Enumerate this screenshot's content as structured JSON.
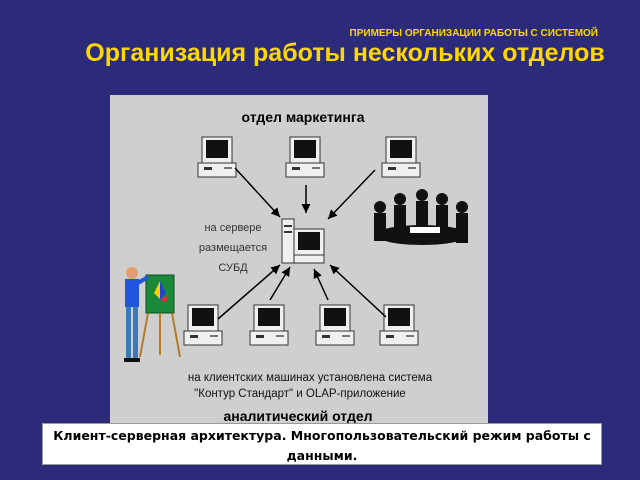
{
  "header": {
    "subtitle": "ПРИМЕРЫ ОРГАНИЗАЦИИ РАБОТЫ С СИСТЕМОЙ",
    "title": "Организация работы нескольких отделов"
  },
  "diagram": {
    "marketing_label": "отдел маркетинга",
    "server_line1": "на сервере",
    "server_line2": "размещается",
    "server_line3": "СУБД",
    "clients_line1": "на клиентских машинах установлена система",
    "clients_line2": "\"Контур Стандарт\" и OLAP-приложение",
    "analytics_label": "аналитический отдел"
  },
  "caption": {
    "text": "Клиент-серверная архитектура. Многопользовательский режим работы с данными."
  },
  "colors": {
    "background": "#2b2b7a",
    "title": "#ffd700",
    "panel": "#cfcfcf"
  }
}
